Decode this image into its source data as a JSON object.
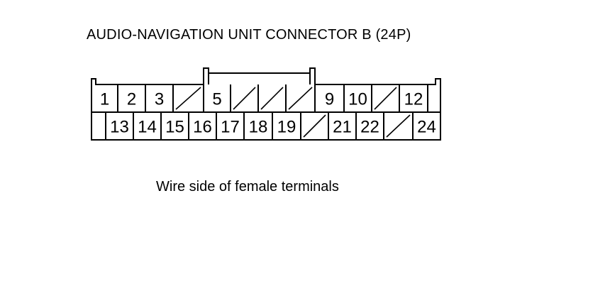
{
  "diagram": {
    "title": "AUDIO-NAVIGATION UNIT CONNECTOR B (24P)",
    "caption": "Wire side of female terminals",
    "rows": [
      [
        "1",
        "2",
        "3",
        "",
        "5",
        "",
        "",
        "",
        "9",
        "10",
        "",
        "12"
      ],
      [
        "13",
        "14",
        "15",
        "16",
        "17",
        "18",
        "19",
        "",
        "21",
        "22",
        "",
        "24"
      ]
    ]
  }
}
